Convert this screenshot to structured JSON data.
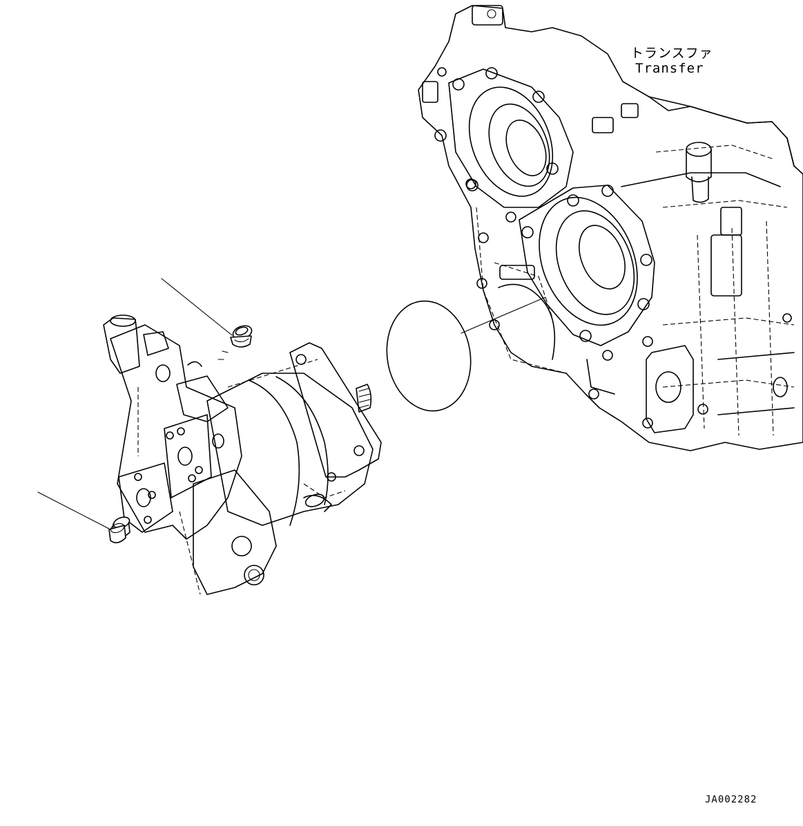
{
  "labels": {
    "transfer_jp": "トランスファ",
    "transfer_en": "Transfer"
  },
  "drawing_id": "JA002282"
}
